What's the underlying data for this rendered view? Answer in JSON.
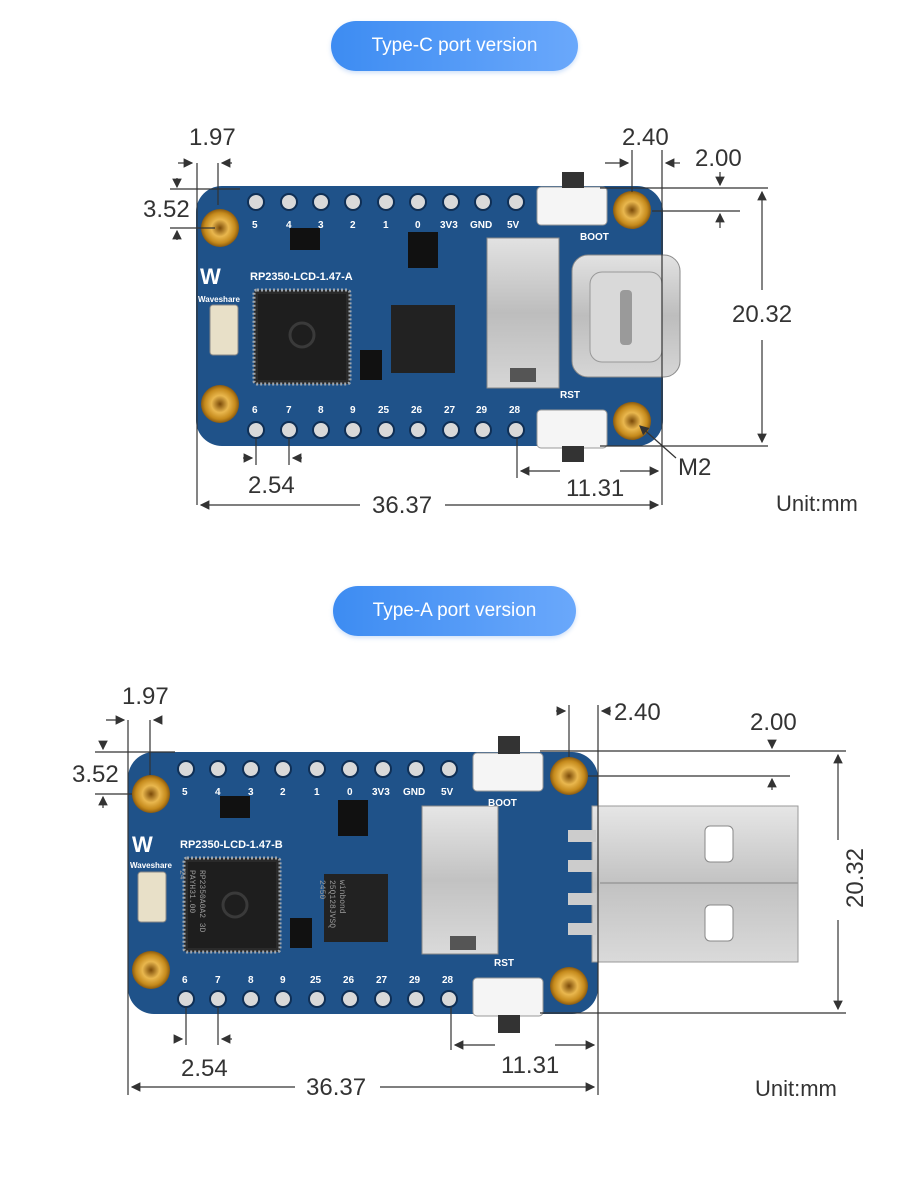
{
  "sections": [
    {
      "badge": "Type-C port version",
      "board_label": "RP2350-LCD-1.47-A",
      "pin_top": [
        "5",
        "4",
        "3",
        "2",
        "1",
        "0",
        "3V3",
        "GND",
        "5V"
      ],
      "pin_bottom": [
        "6",
        "7",
        "8",
        "9",
        "25",
        "26",
        "27",
        "29",
        "28"
      ],
      "boot_label": "BOOT",
      "rst_label": "RST",
      "brand": "Waveshare",
      "dims": {
        "d197": "1.97",
        "d352": "3.52",
        "d240": "2.40",
        "d200": "2.00",
        "d2032": "20.32",
        "d254": "2.54",
        "d1131": "11.31",
        "d3637": "36.37",
        "m2": "M2"
      },
      "unit": "Unit:mm"
    },
    {
      "badge": "Type-A port version",
      "board_label": "RP2350-LCD-1.47-B",
      "pin_top": [
        "5",
        "4",
        "3",
        "2",
        "1",
        "0",
        "3V3",
        "GND",
        "5V"
      ],
      "pin_bottom": [
        "6",
        "7",
        "8",
        "9",
        "25",
        "26",
        "27",
        "29",
        "28"
      ],
      "boot_label": "BOOT",
      "rst_label": "RST",
      "brand": "Waveshare",
      "chip_text": [
        "RP2350A0A2 3D",
        "PAYH31.00",
        "24"
      ],
      "flash_text": [
        "winbond",
        "25Q128JVSQ",
        "2450"
      ],
      "dims": {
        "d197": "1.97",
        "d352": "3.52",
        "d240": "2.40",
        "d200": "2.00",
        "d2032": "20.32",
        "d254": "2.54",
        "d1131": "11.31",
        "d3637": "36.37"
      },
      "unit": "Unit:mm"
    }
  ],
  "colors": {
    "badge": "#4a95f5",
    "pcb": "#1d4e86",
    "pad_gold": "#d59a2a",
    "dim_line": "#333333"
  }
}
